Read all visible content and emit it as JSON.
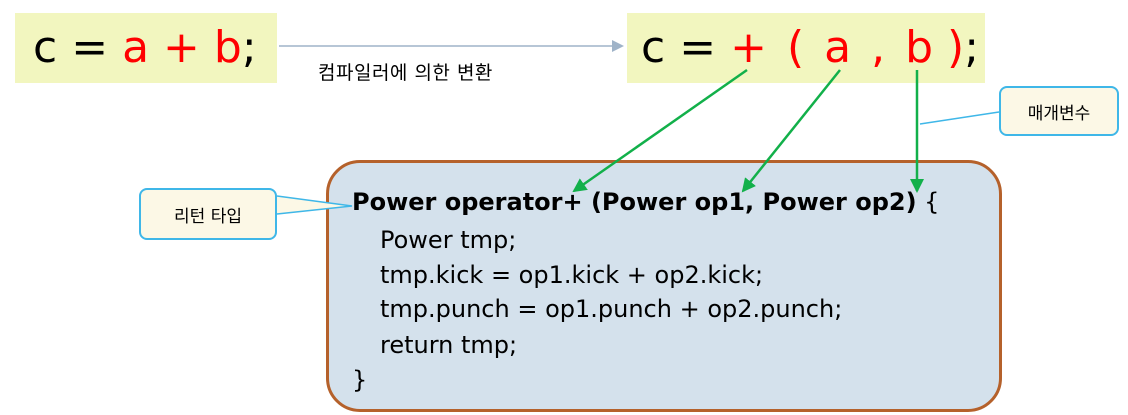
{
  "left_expression": {
    "c": "c",
    "eq": "=",
    "a": "a",
    "plus": "+",
    "b": "b",
    "semi": ";"
  },
  "right_expression": {
    "c": "c",
    "eq": "=",
    "plus": "+",
    "lparen": "(",
    "a": "a",
    "comma": ",",
    "b": "b",
    "rparen": ")",
    "semi": ";"
  },
  "caption": "컴파일러에 의한 변환",
  "code": {
    "line0_bold": "Power operator+ (Power op1, Power op2)",
    "line0_tail": " {",
    "line1": "Power tmp;",
    "line2": "tmp.kick = op1.kick + op2.kick;",
    "line3": "tmp.punch = op1.punch + op2.punch;",
    "line4": "return tmp;",
    "line5": "}"
  },
  "callouts": {
    "return_type": "리턴 타입",
    "parameters": "매개변수"
  },
  "colors": {
    "expr_bg": "#f2f6bf",
    "operator_red": "#ff0000",
    "code_bg": "#d4e1ec",
    "code_border": "#b5612b",
    "arrow_green": "#12b04a",
    "callout_border": "#3fb7e8",
    "transform_arrow": "#9fb3c8"
  }
}
